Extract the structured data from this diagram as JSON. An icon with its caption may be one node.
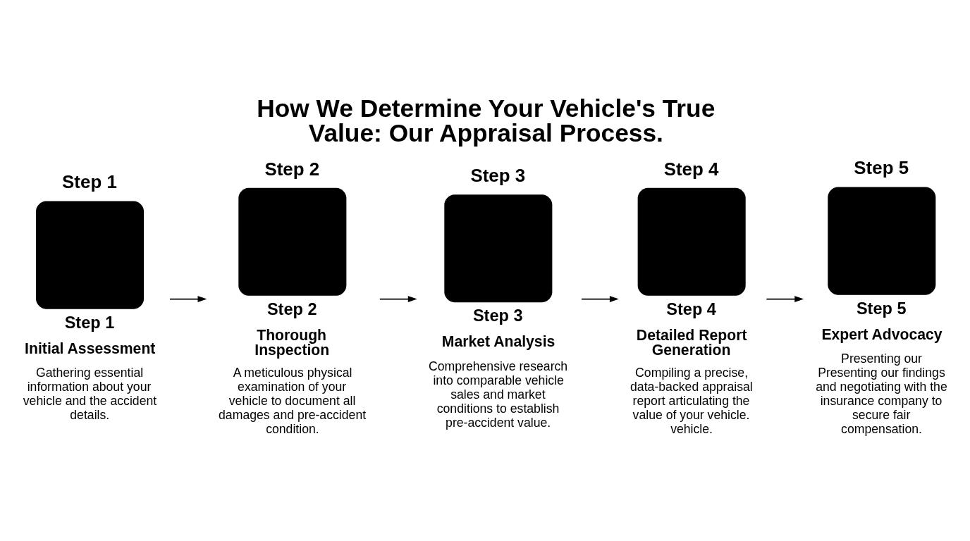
{
  "diagram": {
    "title": "How We Determine Your Vehicle's True Value: Our Appraisal Process.",
    "nodes": [
      {
        "text": [
          "Step 1",
          "Step 1",
          "Initial Assessment",
          "Gathering essential information about your vehicle and the accident details."
        ]
      },
      {
        "text": [
          "Step 2",
          "Step 2",
          "Thorough Inspection",
          "A meticulous physical examination of your vehicle to document all damages and pre-accident condition."
        ]
      },
      {
        "text": [
          "Step 3",
          "Step 3",
          "Market Analysis",
          "Comprehensive research into comparable vehicle sales and market conditions to establish pre-accident value."
        ]
      },
      {
        "text": [
          "Step 4",
          "Step 4",
          "Detailed Report Generation",
          "Compiling a precise, data-backed appraisal report articulating the value of your vehicle. vehicle."
        ]
      },
      {
        "text": [
          "Step 5",
          "Step 5",
          "Expert Advocacy",
          "Presenting our Presenting our findings and negotiating with the insurance company to secure fair compensation."
        ]
      }
    ],
    "edges": [
      {
        "from": 0,
        "to": 1,
        "arrow": "to"
      },
      {
        "from": 1,
        "to": 2,
        "arrow": "to"
      },
      {
        "from": 2,
        "to": 3,
        "arrow": "to"
      },
      {
        "from": 3,
        "to": 4,
        "arrow": "to"
      }
    ]
  }
}
